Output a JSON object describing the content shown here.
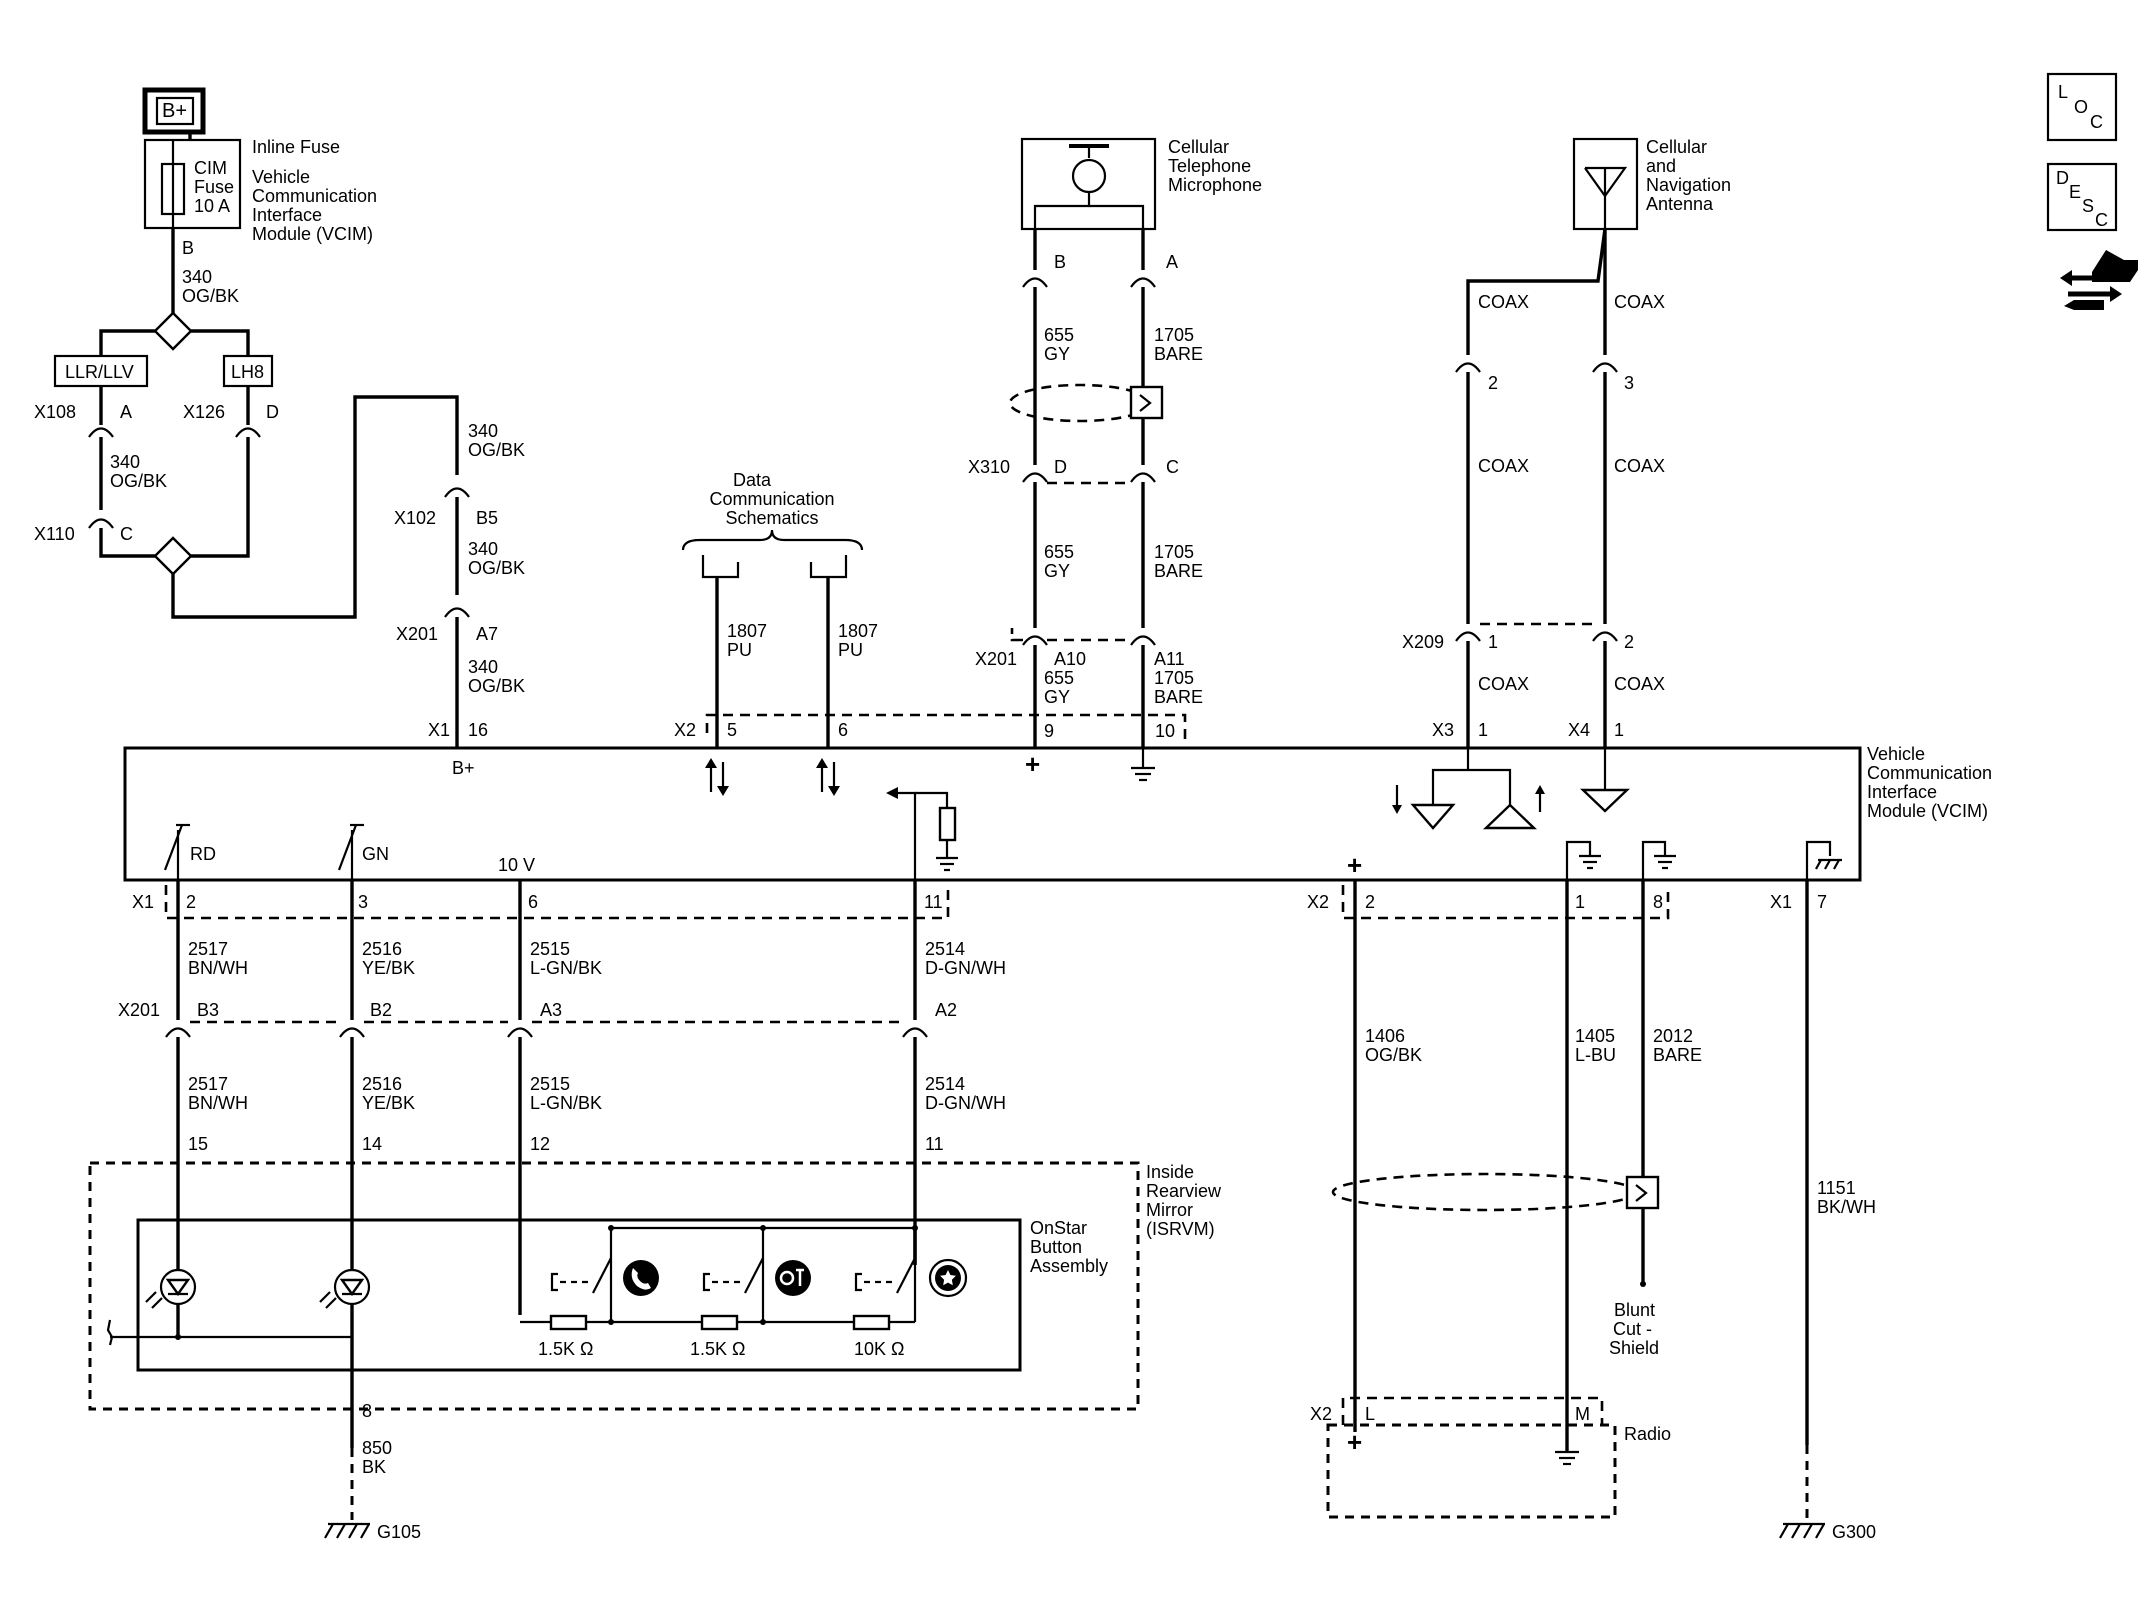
{
  "power": {
    "bplus": "B+",
    "fuse_block": "Inline Fuse",
    "fuse_module": [
      "Vehicle",
      "Communication",
      "Interface",
      "Module (VCIM)"
    ],
    "fuse_label": [
      "CIM",
      "Fuse",
      "10 A"
    ],
    "fuse_pin": "B",
    "wire_340": [
      "340",
      "OG/BK"
    ],
    "llr_option": "LLR/LLV",
    "lh8_option": "LH8",
    "conn_x108": "X108",
    "pin_x108": "A",
    "conn_x126": "X126",
    "pin_x126": "D",
    "conn_x110": "X110",
    "pin_x110": "C",
    "conn_x102": "X102",
    "pin_x102": "B5",
    "conn_x201": "X201",
    "pin_x201": "A7",
    "conn_x1": "X1",
    "pin_x1": "16"
  },
  "data_comm": {
    "title": [
      "Data",
      "Communication",
      "Schematics"
    ],
    "wire_1807": [
      "1807",
      "PU"
    ],
    "conn_x2": "X2",
    "pin_5": "5",
    "pin_6": "6"
  },
  "microphone": {
    "title": [
      "Cellular",
      "Telephone",
      "Microphone"
    ],
    "pin_b": "B",
    "pin_a": "A",
    "wire_655": [
      "655",
      "GY"
    ],
    "wire_1705": [
      "1705",
      "BARE"
    ],
    "conn_x310": "X310",
    "pin_d": "D",
    "pin_c": "C",
    "conn_x201": "X201",
    "pin_a10": "A10",
    "pin_a11": "A11",
    "pin_9": "9",
    "pin_10": "10",
    "plus": "+"
  },
  "antenna": {
    "title": [
      "Cellular",
      "and",
      "Navigation",
      "Antenna"
    ],
    "coax": "COAX",
    "pin_2": "2",
    "pin_3": "3",
    "conn_x209": "X209",
    "pin_1": "1",
    "pin_2b": "2",
    "conn_x3": "X3",
    "conn_x4": "X4",
    "pin_x3": "1",
    "pin_x4": "1"
  },
  "vcim": {
    "title": [
      "Vehicle",
      "Communication",
      "Interface",
      "Module (VCIM)"
    ],
    "bplus": "B+",
    "rd": "RD",
    "gn": "GN",
    "ten_v": "10 V"
  },
  "lower_left": {
    "conn_x1": "X1",
    "pins_top": [
      "2",
      "3",
      "6",
      "11"
    ],
    "wire_2517": [
      "2517",
      "BN/WH"
    ],
    "wire_2516": [
      "2516",
      "YE/BK"
    ],
    "wire_2515": [
      "2515",
      "L-GN/BK"
    ],
    "wire_2514": [
      "2514",
      "D-GN/WH"
    ],
    "conn_x201": "X201",
    "pins_x201": [
      "B3",
      "B2",
      "A3",
      "A2"
    ],
    "pins_mirror": [
      "15",
      "14",
      "12",
      "11"
    ],
    "mirror_title": [
      "Inside",
      "Rearview",
      "Mirror",
      "(ISRVM)"
    ],
    "button_title": [
      "OnStar",
      "Button",
      "Assembly"
    ],
    "resistors": [
      "1.5K Ω",
      "1.5K Ω",
      "10K Ω"
    ],
    "pin_8": "8",
    "wire_850": [
      "850",
      "BK"
    ],
    "ground_g105": "G105"
  },
  "lower_right": {
    "conn_x2": "X2",
    "plus": "+",
    "pins": [
      "2",
      "1",
      "8"
    ],
    "conn_x1": "X1",
    "pin_7": "7",
    "wire_1406": [
      "1406",
      "OG/BK"
    ],
    "wire_1405": [
      "1405",
      "L-BU"
    ],
    "wire_2012": [
      "2012",
      "BARE"
    ],
    "wire_1151": [
      "1151",
      "BK/WH"
    ],
    "shield": [
      "Blunt",
      "Cut -",
      "Shield"
    ],
    "radio_conn": "X2",
    "radio_pin_l": "L",
    "radio_pin_m": "M",
    "radio": "Radio",
    "ground_g300": "G300"
  },
  "nav_icons": {
    "loc": [
      "L",
      "O",
      "C"
    ],
    "desc": [
      "D",
      "E",
      "S",
      "C"
    ]
  }
}
